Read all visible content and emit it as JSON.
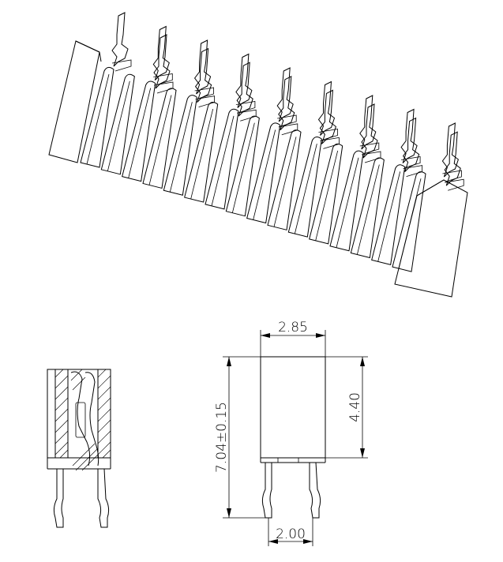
{
  "dimensions": {
    "body_width": "2.85",
    "body_height": "4.40",
    "total_height": "7.04±0.15",
    "pin_pitch": "2.00"
  }
}
